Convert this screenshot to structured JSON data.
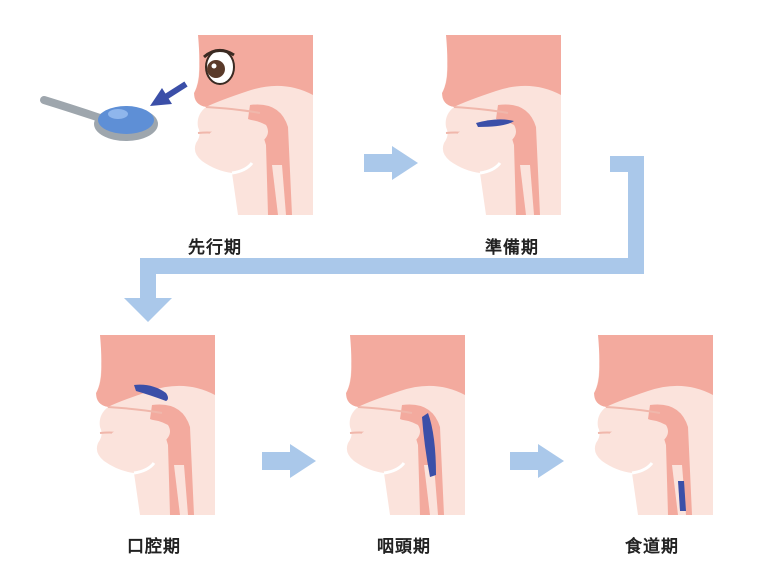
{
  "stages": [
    {
      "label": "先行期"
    },
    {
      "label": "準備期"
    },
    {
      "label": "口腔期"
    },
    {
      "label": "咽頭期"
    },
    {
      "label": "食道期"
    }
  ],
  "colors": {
    "panel_bg": "#fbe3dc",
    "head": "#f3aa9e",
    "skin": "#fbe3dc",
    "throat": "#f6c6bb",
    "bolus": "#3b4fa8",
    "flow_arrow": "#aac8ea",
    "eye_arrow": "#3b4fa8",
    "spoon": "#9ea6ad",
    "food": "#5e8fd6"
  },
  "icons": [
    "spoon-icon",
    "eye-icon",
    "flow-arrow-icon"
  ]
}
